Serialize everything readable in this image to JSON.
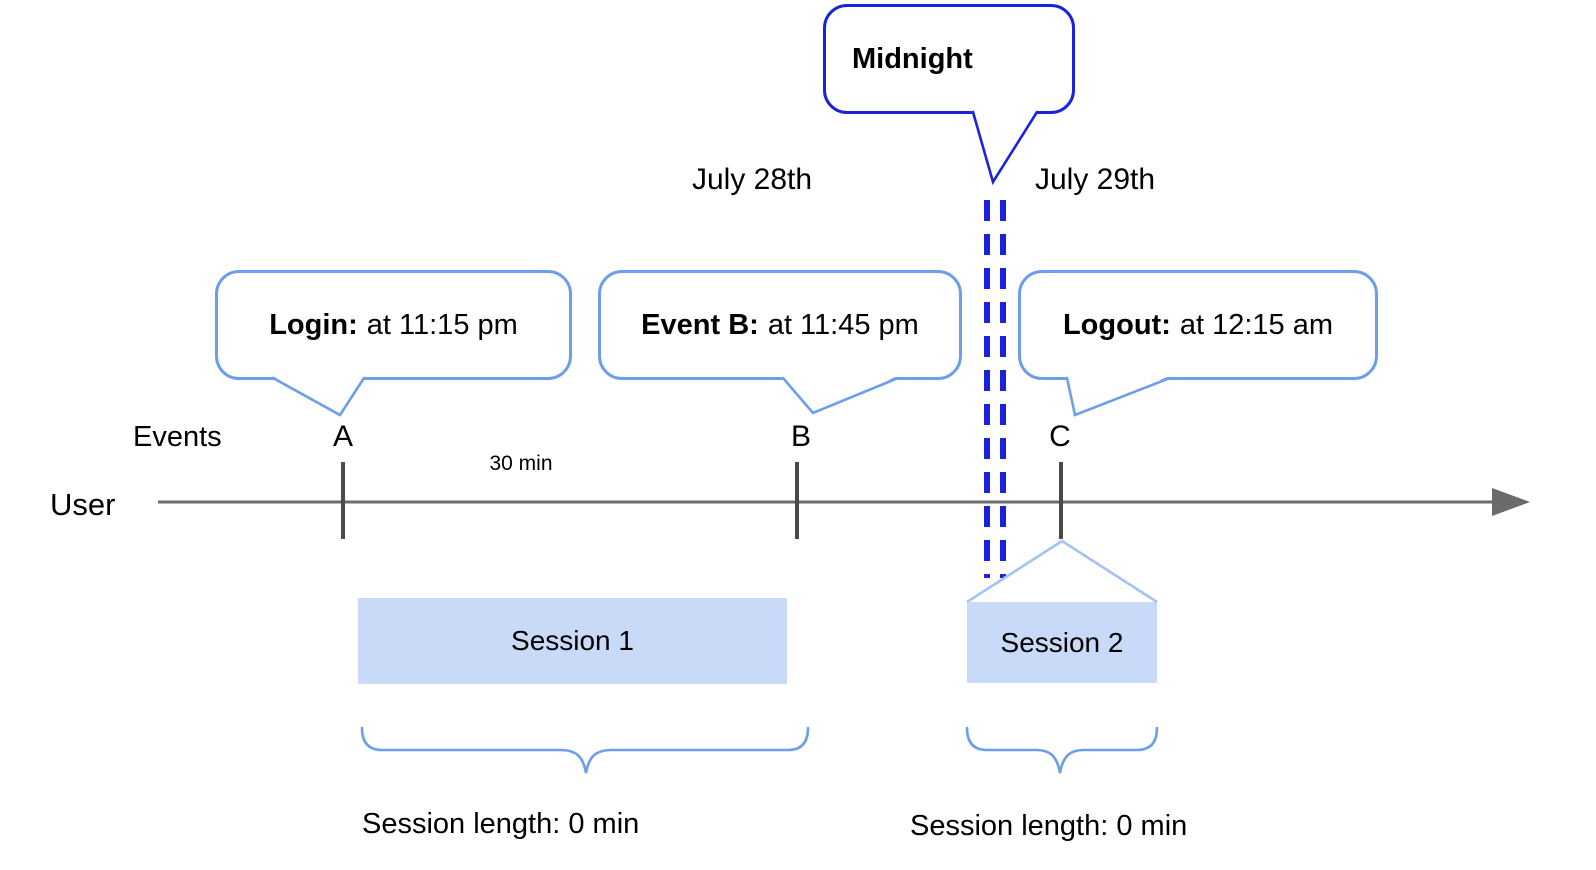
{
  "midnight_callout": {
    "label": "Midnight"
  },
  "dates": {
    "left": "July 28th",
    "right": "July 29th"
  },
  "event_callouts": [
    {
      "label": "Login:",
      "time": "at 11:15 pm",
      "event": "A"
    },
    {
      "label": "Event B:",
      "time": "at 11:45 pm",
      "event": "B"
    },
    {
      "label": "Logout:",
      "time": "at 12:15 am",
      "event": "C"
    }
  ],
  "timeline": {
    "events_row_label": "Events",
    "user_row_label": "User",
    "event_markers": [
      "A",
      "B",
      "C"
    ],
    "interval_label": "30 min"
  },
  "sessions": [
    {
      "name": "Session 1",
      "length_label": "Session length: 0 min"
    },
    {
      "name": "Session 2",
      "length_label": "Session length: 0 min"
    }
  ],
  "colors": {
    "callout-border": "#6d9eeb",
    "midnight-blue": "#1b22dd",
    "session-fill": "#c9daf8",
    "roof-line": "#a4c2f4",
    "timeline-gray": "#6b6b6b",
    "tick-gray": "#4a4a4a",
    "text-black": "#000000"
  }
}
